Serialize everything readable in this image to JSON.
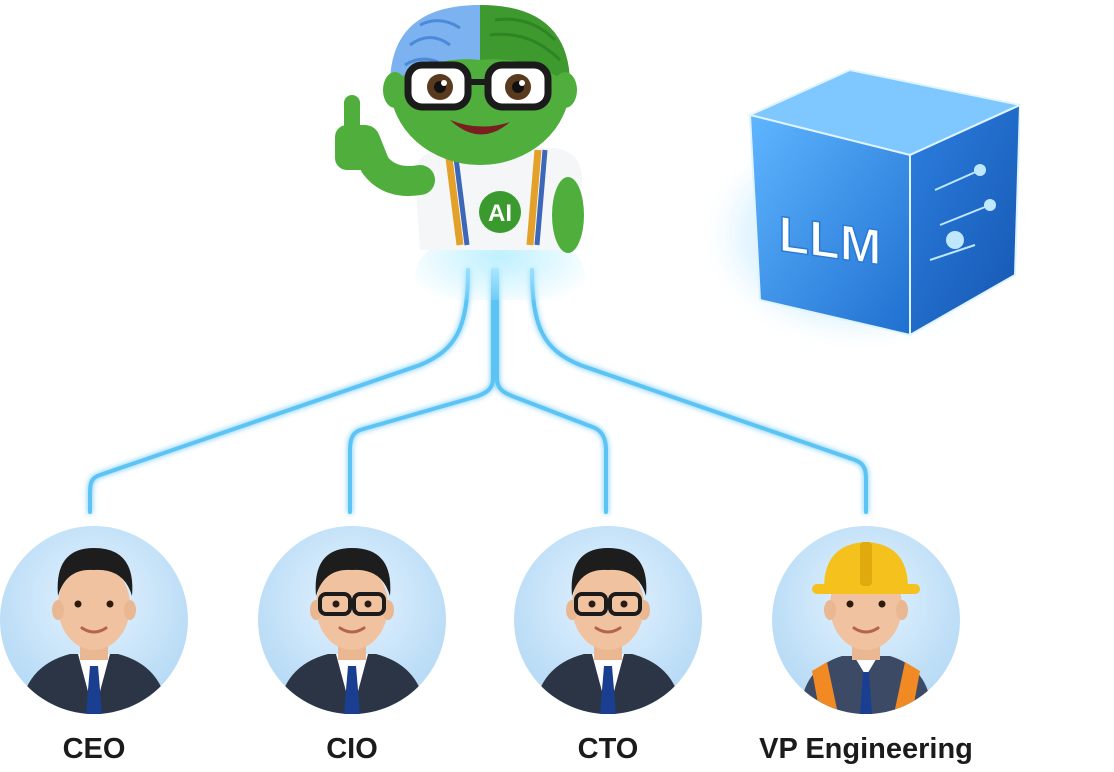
{
  "mascot": {
    "badge_text": "AI"
  },
  "llm_cube": {
    "label": "LLM"
  },
  "roles": [
    {
      "label": "CEO",
      "glasses": false,
      "hardhat": false
    },
    {
      "label": "CIO",
      "glasses": true,
      "hardhat": false
    },
    {
      "label": "CTO",
      "glasses": true,
      "hardhat": false
    },
    {
      "label": "VP Engineering",
      "glasses": false,
      "hardhat": true
    }
  ],
  "colors": {
    "connector": "#5cc3f5",
    "mascot_skin": "#4fae3c",
    "cube_blue": "#2f8fe0",
    "helmet": "#f5c21d",
    "suit": "#2b3546",
    "tie": "#1a3f91"
  }
}
